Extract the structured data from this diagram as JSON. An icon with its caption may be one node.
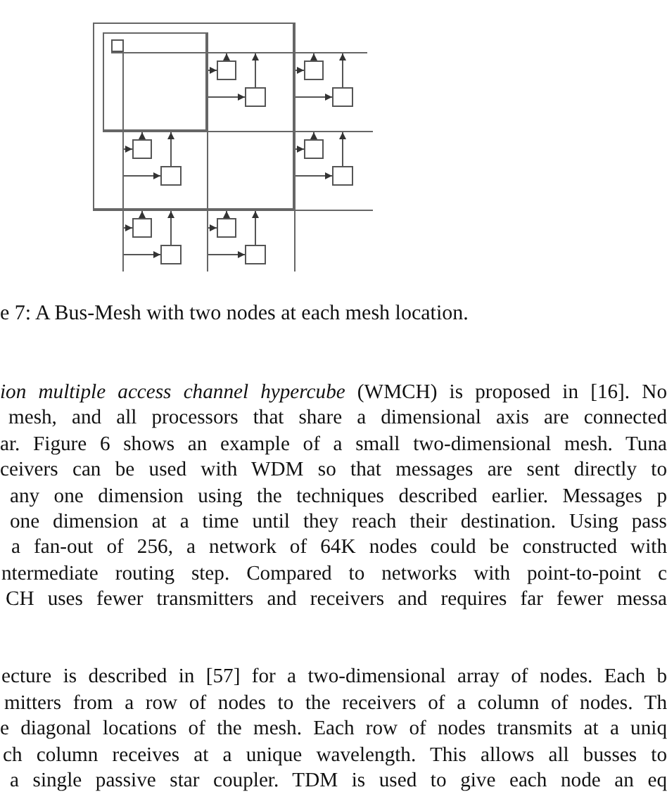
{
  "diagram": {
    "caption": "e 7: A Bus-Mesh with two nodes at each mesh location.",
    "nodes": [
      {
        "text": [],
        "shape": "box"
      },
      {
        "text": [],
        "shape": "bar"
      },
      {
        "text": [],
        "shape": "bar"
      },
      {
        "text": [],
        "shape": "bar"
      },
      {
        "text": [],
        "shape": "bar"
      },
      {
        "text": [],
        "shape": "bar"
      },
      {
        "text": [],
        "shape": "bar"
      },
      {
        "text": [],
        "shape": "box"
      },
      {
        "text": [],
        "shape": "box"
      },
      {
        "text": [],
        "shape": "box"
      },
      {
        "text": [],
        "shape": "box"
      },
      {
        "text": [],
        "shape": "box"
      },
      {
        "text": [],
        "shape": "box"
      },
      {
        "text": [],
        "shape": "box"
      },
      {
        "text": [],
        "shape": "box"
      },
      {
        "text": [],
        "shape": "box"
      },
      {
        "text": [],
        "shape": "box"
      },
      {
        "text": [],
        "shape": "box"
      },
      {
        "text": [],
        "shape": "box"
      }
    ],
    "edges": [
      {
        "from": 5,
        "to": 7,
        "arrow": "to"
      },
      {
        "from": 7,
        "to": 1,
        "arrow": "to"
      },
      {
        "from": 6,
        "to": 8,
        "arrow": "to"
      },
      {
        "from": 8,
        "to": 1,
        "arrow": "to"
      },
      {
        "from": 5,
        "to": 9,
        "arrow": "to"
      },
      {
        "from": 9,
        "to": 1,
        "arrow": "to"
      },
      {
        "from": 6,
        "to": 10,
        "arrow": "to"
      },
      {
        "from": 10,
        "to": 1,
        "arrow": "to"
      },
      {
        "from": 4,
        "to": 11,
        "arrow": "to"
      },
      {
        "from": 11,
        "to": 2,
        "arrow": "to"
      },
      {
        "from": 6,
        "to": 12,
        "arrow": "to"
      },
      {
        "from": 12,
        "to": 2,
        "arrow": "to"
      },
      {
        "from": 4,
        "to": 13,
        "arrow": "to"
      },
      {
        "from": 13,
        "to": 2,
        "arrow": "to"
      },
      {
        "from": 6,
        "to": 14,
        "arrow": "to"
      },
      {
        "from": 14,
        "to": 2,
        "arrow": "to"
      },
      {
        "from": 4,
        "to": 15,
        "arrow": "to"
      },
      {
        "from": 15,
        "to": 3,
        "arrow": "to"
      },
      {
        "from": 5,
        "to": 16,
        "arrow": "to"
      },
      {
        "from": 16,
        "to": 3,
        "arrow": "to"
      },
      {
        "from": 4,
        "to": 17,
        "arrow": "to"
      },
      {
        "from": 17,
        "to": 3,
        "arrow": "to"
      },
      {
        "from": 5,
        "to": 18,
        "arrow": "to"
      },
      {
        "from": 18,
        "to": 3,
        "arrow": "to"
      }
    ],
    "labels": [
      "*ion multiple access channel hypercube* (WMCH) is proposed in [16]. No",
      "mesh, and all processors that share a dimensional axis are connected",
      "ar. Figure 6 shows an example of a small two-dimensional mesh. Tuna",
      "ceivers can be used with WDM so that messages are sent directly to",
      "any one dimension using the techniques described earlier. Messages p",
      "one dimension at a time until they reach their destination. Using pass",
      "a fan-out of 256, a network of 64K nodes could be constructed with",
      "ntermediate routing step. Compared to networks with point-to-point c",
      "CH uses fewer transmitters and receivers and requires far fewer messa",
      "ecture is described in [57] for a two-dimensional array of nodes. Each b",
      "mitters from a row of nodes to the receivers of a column of nodes. Th",
      "e diagonal locations of the mesh. Each row of nodes transmits at a uniq",
      "ch column receives at a unique wavelength. This allows all busses to",
      "a single passive star coupler. TDM is used to give each node an eq"
    ]
  }
}
